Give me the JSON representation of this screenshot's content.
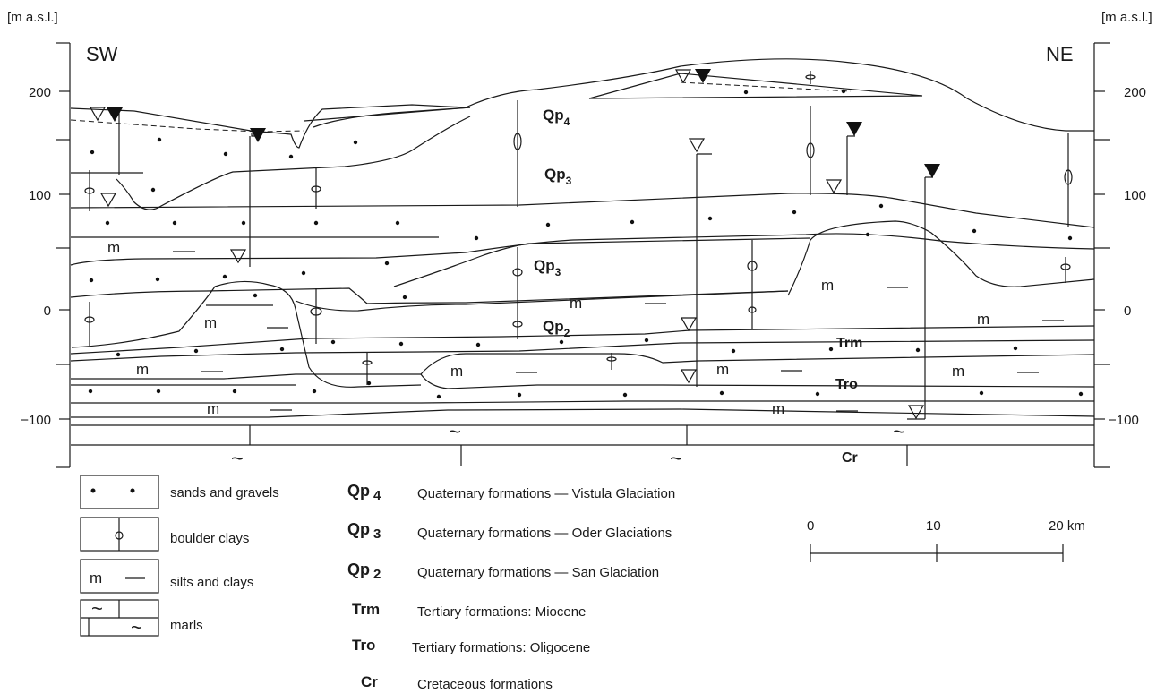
{
  "axis": {
    "unit_left": "[m a.s.l.]",
    "unit_right": "[m a.s.l.]",
    "ticks": [
      "200",
      "100",
      "0",
      "−100"
    ]
  },
  "orientation": {
    "left": "SW",
    "right": "NE"
  },
  "section_labels": {
    "qp4": "Qp",
    "qp4_sub": "4",
    "qp3_upper": "Qp",
    "qp3_upper_sub": "3",
    "qp3_lower": "Qp",
    "qp3_lower_sub": "3",
    "qp2": "Qp",
    "qp2_sub": "2",
    "trm": "Trm",
    "tro": "Tro",
    "cr": "Cr",
    "marl_symbol": "~",
    "silt_symbol": "m"
  },
  "legend": [
    {
      "label": "sands and gravels",
      "symbol": "sands"
    },
    {
      "label": "boulder clays",
      "symbol": "boulder"
    },
    {
      "label": "silts and clays",
      "symbol": "silts",
      "mark": "m"
    },
    {
      "label": "marls",
      "symbol": "marls",
      "mark": "~"
    }
  ],
  "units": [
    {
      "code": "Qp",
      "sub": "4",
      "label": "Quaternary formations — Vistula Glaciation"
    },
    {
      "code": "Qp",
      "sub": "3",
      "label": "Quaternary formations — Oder Glaciations"
    },
    {
      "code": "Qp",
      "sub": "2",
      "label": "Quaternary formations —  San Glaciation"
    },
    {
      "code": "Trm",
      "sub": "",
      "label": "Tertiary formations: Miocene"
    },
    {
      "code": "Tro",
      "sub": "",
      "label": "Tertiary formations: Oligocene"
    },
    {
      "code": "Cr",
      "sub": "",
      "label": "Cretaceous formations"
    }
  ],
  "scale_bar": {
    "ticks": [
      "0",
      "10",
      "20 km"
    ]
  }
}
